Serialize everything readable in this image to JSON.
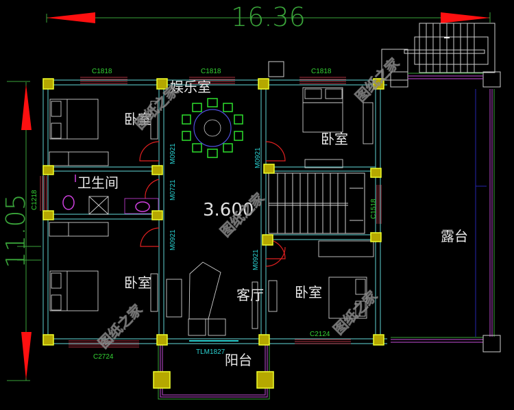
{
  "drawing": {
    "title": "Second floor plan",
    "background": "#000000",
    "colors": {
      "wall": "#4fb0b0",
      "column": "#b5a800",
      "column_border": "#f0ff2a",
      "window": "#b03040",
      "door_swing": "#e02020",
      "dimension": "#3aa53a",
      "arrow": "#ff1010",
      "furniture": "#cfcfcf",
      "railing": "#a040b0",
      "fixture": "#d040e0"
    }
  },
  "dimensions": {
    "width": "16.36",
    "depth": "11.05"
  },
  "elevation": {
    "level": "3.600"
  },
  "rooms": {
    "entertainment": "娱乐室",
    "bedroom_nw": "卧室",
    "bedroom_ne": "卧室",
    "bathroom": "卫生间",
    "bedroom_sw": "卧室",
    "living": "客厅",
    "bedroom_se": "卧室",
    "balcony": "阳台",
    "terrace": "露台"
  },
  "windows": {
    "top_left": "C1818",
    "top_center": "C1818",
    "top_right": "C1818",
    "bath_west": "C1218",
    "stair_east": "C1518",
    "bottom_left": "C2724",
    "bottom_right": "C2124",
    "balcony_door": "TLM1827"
  },
  "doors": {
    "d1": "M0921",
    "d2": "M0921",
    "d3": "M0721",
    "d4": "M0921",
    "d5": "M0921"
  },
  "watermark": {
    "text": "图纸之家"
  }
}
